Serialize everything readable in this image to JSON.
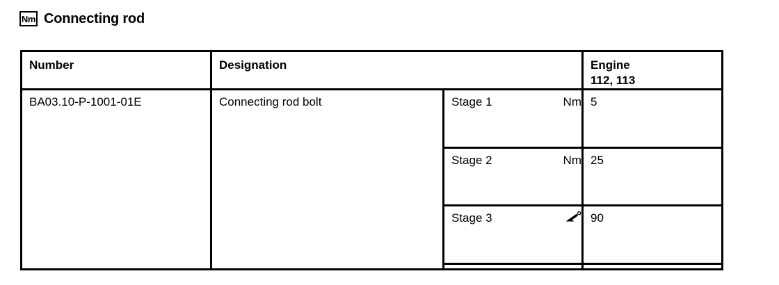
{
  "header": {
    "icon_label": "Nm",
    "icon_name": "nm-unit-icon",
    "title": "Connecting rod"
  },
  "table": {
    "columns": [
      {
        "key": "number",
        "label": "Number"
      },
      {
        "key": "design",
        "label": "Designation"
      },
      {
        "key": "stage",
        "label": ""
      },
      {
        "key": "unit",
        "label": ""
      },
      {
        "key": "engine",
        "label_line1": "Engine",
        "label_line2": "112, 113"
      }
    ],
    "rows": [
      {
        "number": "BA03.10-P-1001-01E",
        "designation": "Connecting rod bolt",
        "stages": [
          {
            "stage": "Stage 1",
            "unit": "Nm",
            "unit_type": "text",
            "value": "5"
          },
          {
            "stage": "Stage 2",
            "unit": "Nm",
            "unit_type": "text",
            "value": "25"
          },
          {
            "stage": "Stage 3",
            "unit": "angle",
            "unit_type": "symbol",
            "value": "90"
          }
        ]
      }
    ]
  },
  "colors": {
    "ink": "#000000",
    "page": "#ffffff"
  }
}
